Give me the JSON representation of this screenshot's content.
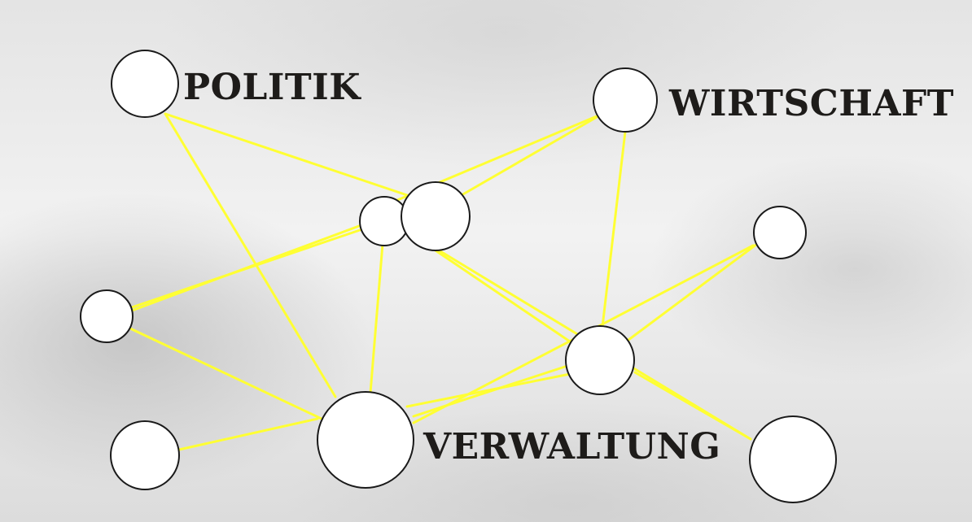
{
  "labels": {
    "politik": "POLITIK",
    "wirtschaft": "WIRTSCHAFT",
    "verwaltung": "VERWALTUNG"
  },
  "colors": {
    "edge": "#ffff33",
    "node_fill": "#ffffff",
    "node_stroke": "#1a1a1a",
    "text": "#1e1c1a"
  },
  "nodes": [
    {
      "id": "politik",
      "label_key": "politik"
    },
    {
      "id": "wirtschaft",
      "label_key": "wirtschaft"
    },
    {
      "id": "center-left"
    },
    {
      "id": "center-right"
    },
    {
      "id": "right-small"
    },
    {
      "id": "left-small"
    },
    {
      "id": "mid-right"
    },
    {
      "id": "bottom-left"
    },
    {
      "id": "verwaltung",
      "label_key": "verwaltung"
    },
    {
      "id": "bottom-right"
    }
  ],
  "edges": [
    [
      "politik",
      "center-right"
    ],
    [
      "politik",
      "verwaltung"
    ],
    [
      "wirtschaft",
      "center-left"
    ],
    [
      "wirtschaft",
      "center-right"
    ],
    [
      "wirtschaft",
      "mid-right"
    ],
    [
      "center-left",
      "left-small"
    ],
    [
      "center-right",
      "left-small"
    ],
    [
      "center-left",
      "verwaltung"
    ],
    [
      "center-right",
      "mid-right"
    ],
    [
      "center-right",
      "bottom-right"
    ],
    [
      "left-small",
      "verwaltung"
    ],
    [
      "bottom-left",
      "verwaltung"
    ],
    [
      "verwaltung",
      "mid-right"
    ],
    [
      "verwaltung",
      "mid-right"
    ],
    [
      "verwaltung",
      "right-small"
    ],
    [
      "mid-right",
      "right-small"
    ],
    [
      "mid-right",
      "bottom-right"
    ]
  ]
}
